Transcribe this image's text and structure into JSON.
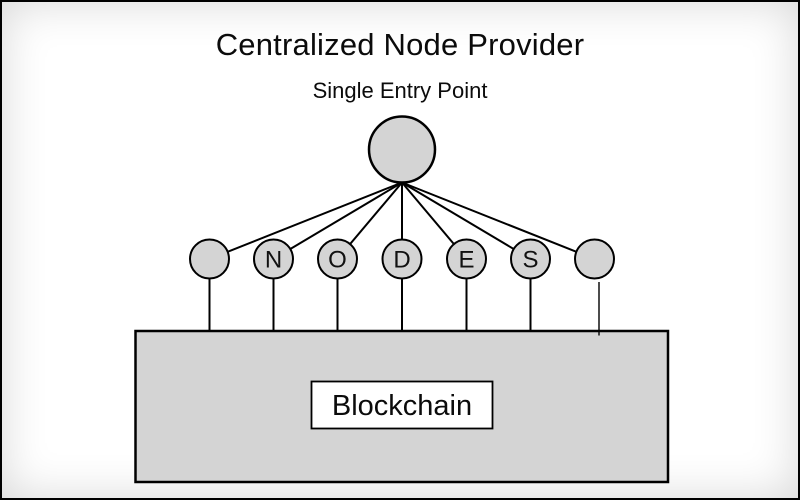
{
  "header": {
    "title": "Centralized Node Provider",
    "subtitle": "Single Entry Point"
  },
  "diagram": {
    "central_node": {
      "name": "single-entry-point-node"
    },
    "nodes": {
      "count": 7,
      "letters": [
        "",
        "N",
        "O",
        "D",
        "E",
        "S",
        ""
      ]
    },
    "blockchain": {
      "label": "Blockchain"
    },
    "colors": {
      "node_fill": "#d4d4d4",
      "outline": "#000000",
      "blockchain_fill": "#d4d4d4",
      "label_box_fill": "#ffffff",
      "background": "#ffffff"
    }
  }
}
